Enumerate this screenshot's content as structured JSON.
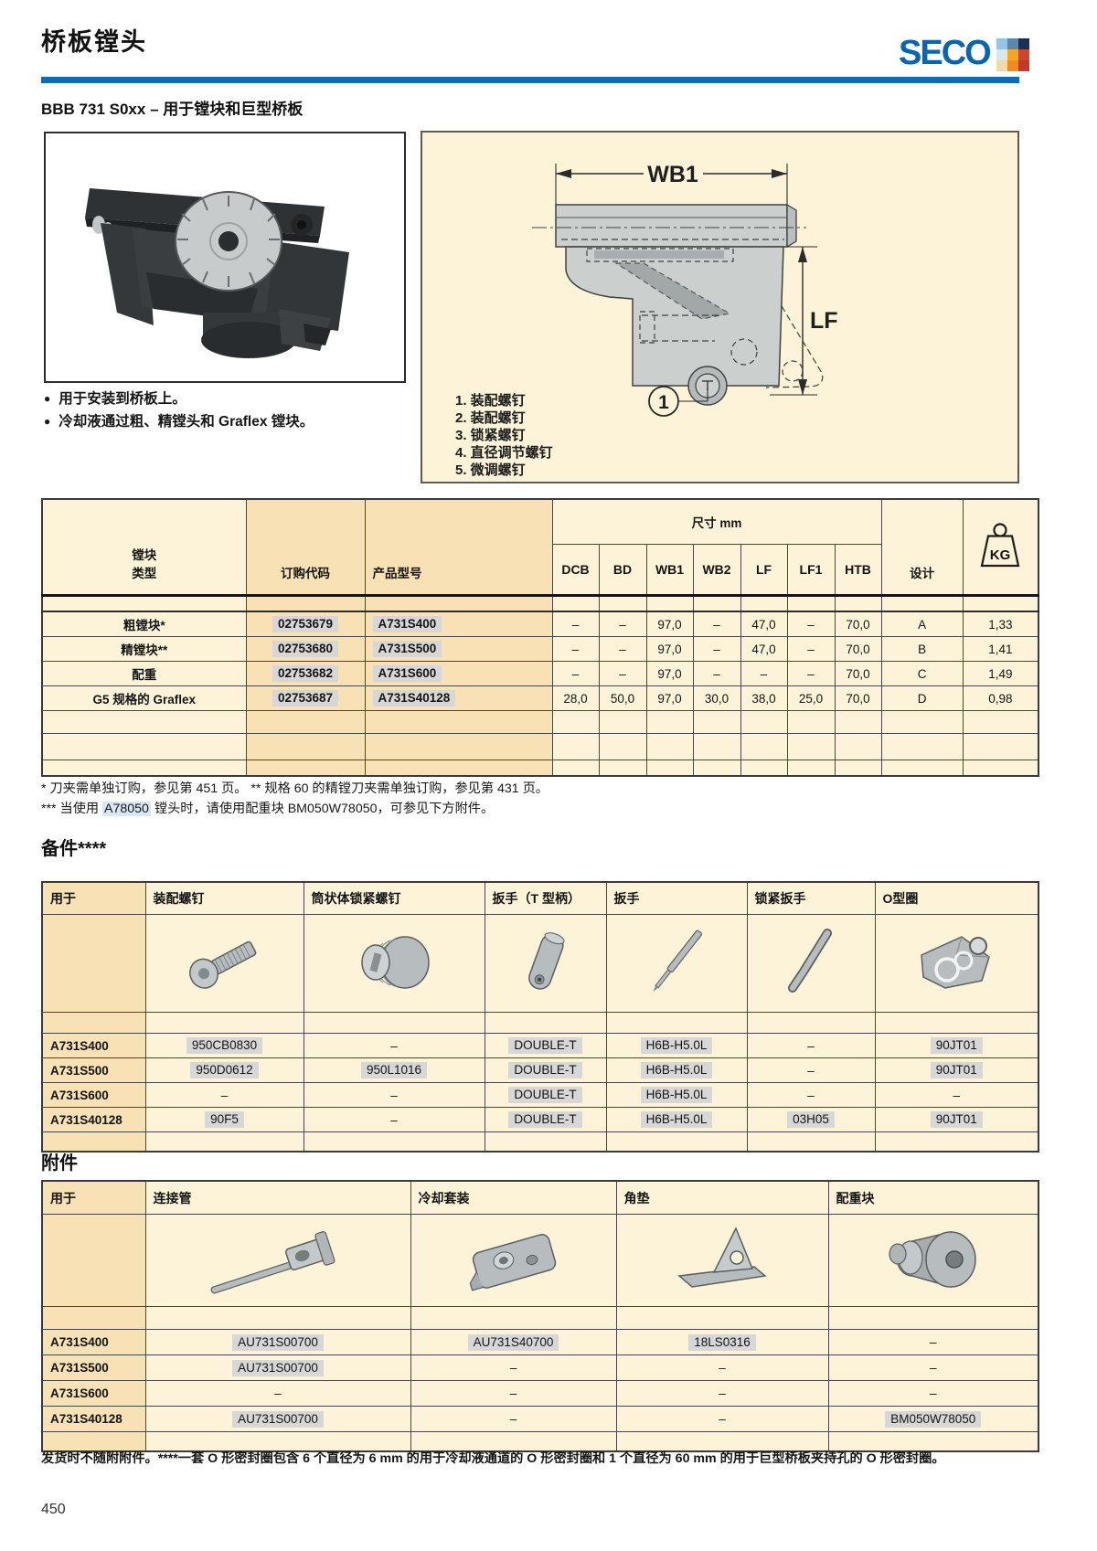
{
  "page": {
    "title": "桥板镗头",
    "brand": "SECO",
    "subtitle": "BBB 731 S0xx – 用于镗块和巨型桥板",
    "page_number": "450"
  },
  "colors": {
    "accent_blue": "#0f6cb4",
    "logo_blue": "#0a64ae",
    "table_cream": "#fcf3d9",
    "table_peach": "#f8e1b4",
    "code_gray": "#d7d7d7",
    "note_highlight": "#d9e7f4"
  },
  "intro": {
    "bullets": [
      "用于安装到桥板上。",
      "冷却液通过粗、精镗头和 Graflex 镗块。"
    ]
  },
  "diagram": {
    "wb1": "WB1",
    "lf": "LF",
    "callout": "1",
    "legend": [
      "1. 装配螺钉",
      "2. 装配螺钉",
      "3. 锁紧螺钉",
      "4. 直径调节螺钉",
      "5. 微调螺钉"
    ]
  },
  "main_table": {
    "type_label_line1": "镗块",
    "type_label_line2": "类型",
    "order_code_label": "订购代码",
    "product_label": "产品型号",
    "dims_group_label": "尺寸 mm",
    "dim_headers": [
      "DCB",
      "BD",
      "WB1",
      "WB2",
      "LF",
      "LF1",
      "HTB"
    ],
    "design_label": "设计",
    "weight_label": "KG",
    "rows": [
      {
        "type": "粗镗块*",
        "code": "02753679",
        "product": "A731S400",
        "dims": [
          "–",
          "–",
          "97,0",
          "–",
          "47,0",
          "–",
          "70,0"
        ],
        "design": "A",
        "kg": "1,33"
      },
      {
        "type": "精镗块**",
        "code": "02753680",
        "product": "A731S500",
        "dims": [
          "–",
          "–",
          "97,0",
          "–",
          "47,0",
          "–",
          "70,0"
        ],
        "design": "B",
        "kg": "1,41"
      },
      {
        "type": "配重",
        "code": "02753682",
        "product": "A731S600",
        "dims": [
          "–",
          "–",
          "97,0",
          "–",
          "–",
          "–",
          "70,0"
        ],
        "design": "C",
        "kg": "1,49"
      },
      {
        "type": "G5 规格的 Graflex",
        "code": "02753687",
        "product": "A731S40128",
        "dims": [
          "28,0",
          "50,0",
          "97,0",
          "30,0",
          "38,0",
          "25,0",
          "70,0"
        ],
        "design": "D",
        "kg": "0,98"
      }
    ]
  },
  "footnotes": {
    "line1": "* 刀夹需单独订购，参见第 451 页。 ** 规格 60 的精镗刀夹需单独订购，参见第 431 页。",
    "line2_prefix": "*** 当使用 ",
    "line2_highlight": "A78050",
    "line2_suffix": " 镗头时，请使用配重块 BM050W78050，可参见下方附件。"
  },
  "spare_parts": {
    "heading": "备件****",
    "for_label": "用于",
    "headers": [
      "装配螺钉",
      "筒状体锁紧螺钉",
      "扳手（T 型柄）",
      "扳手",
      "锁紧扳手",
      "O型圈"
    ],
    "icons": [
      "assembly-screw-icon",
      "body-clamp-screw-icon",
      "t-handle-wrench-icon",
      "wrench-icon",
      "clamp-key-icon",
      "o-ring-kit-icon"
    ],
    "rows": [
      {
        "for": "A731S400",
        "values": [
          "950CB0830",
          "–",
          "DOUBLE-T",
          "H6B-H5.0L",
          "–",
          "90JT01"
        ]
      },
      {
        "for": "A731S500",
        "values": [
          "950D0612",
          "950L1016",
          "DOUBLE-T",
          "H6B-H5.0L",
          "–",
          "90JT01"
        ]
      },
      {
        "for": "A731S600",
        "values": [
          "–",
          "–",
          "DOUBLE-T",
          "H6B-H5.0L",
          "–",
          "–"
        ]
      },
      {
        "for": "A731S40128",
        "values": [
          "90F5",
          "–",
          "DOUBLE-T",
          "H6B-H5.0L",
          "03H05",
          "90JT01"
        ]
      }
    ]
  },
  "accessories": {
    "heading": "附件",
    "for_label": "用于",
    "headers": [
      "连接管",
      "冷却套装",
      "角垫",
      "配重块"
    ],
    "icons": [
      "connecting-tube-icon",
      "coolant-kit-icon",
      "angle-pad-icon",
      "counterweight-icon"
    ],
    "rows": [
      {
        "for": "A731S400",
        "values": [
          "AU731S00700",
          "AU731S40700",
          "18LS0316",
          "–"
        ]
      },
      {
        "for": "A731S500",
        "values": [
          "AU731S00700",
          "–",
          "–",
          "–"
        ]
      },
      {
        "for": "A731S600",
        "values": [
          "–",
          "–",
          "–",
          "–"
        ]
      },
      {
        "for": "A731S40128",
        "values": [
          "AU731S00700",
          "–",
          "–",
          "BM050W78050"
        ]
      }
    ]
  },
  "footer_note": "发货时不随附附件。****一套 O 形密封圈包含 6 个直径为 6 mm 的用于冷却液通道的 O 形密封圈和 1 个直径为 60 mm 的用于巨型桥板夹持孔的 O 形密封圈。"
}
